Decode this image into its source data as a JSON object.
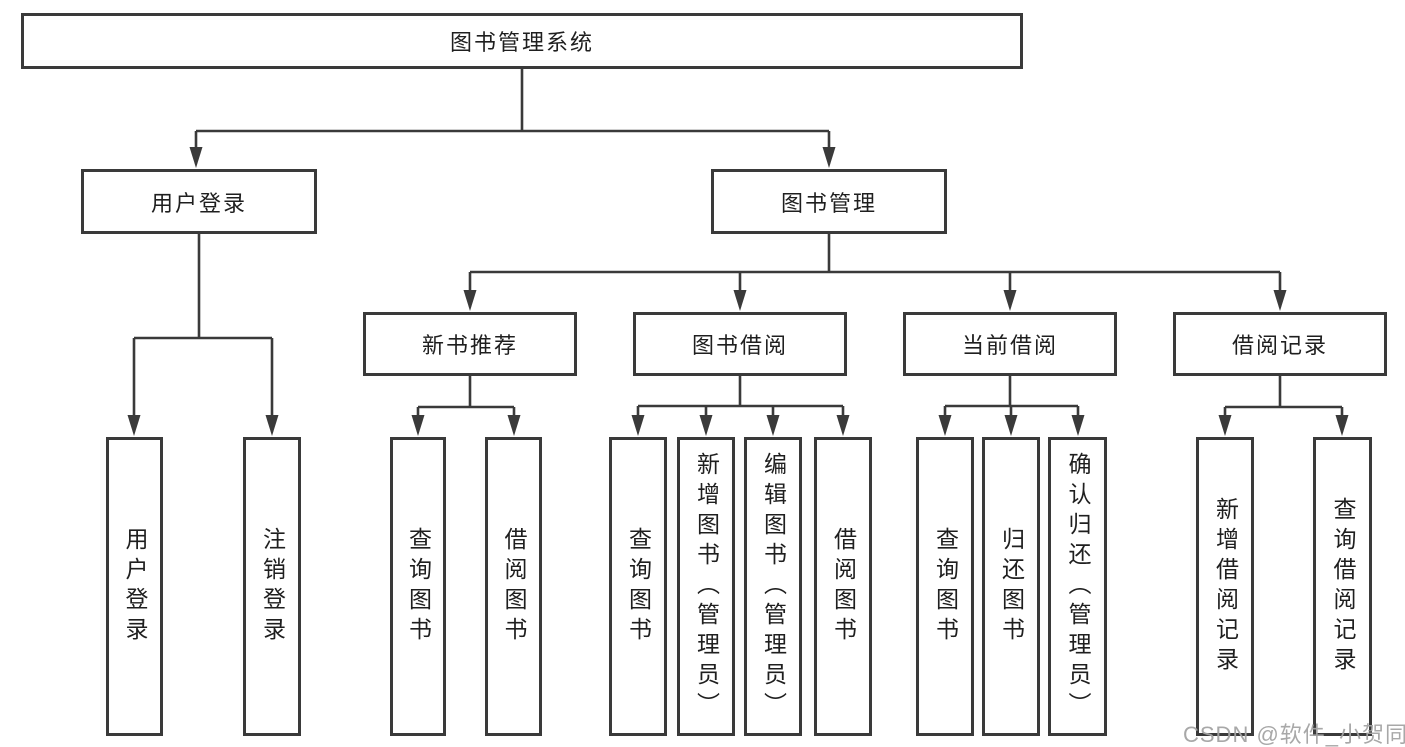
{
  "diagram_title": "图书管理系统",
  "nodes": {
    "root": "图书管理系统",
    "user_login": "用户登录",
    "book_management": "图书管理",
    "new_book_recommend": "新书推荐",
    "book_borrow": "图书借阅",
    "current_borrow": "当前借阅",
    "borrow_record": "借阅记录",
    "login_leaf": "用户登录",
    "logout_leaf": "注销登录",
    "recommend_query_book": "查询图书",
    "recommend_borrow_book": "借阅图书",
    "borrow_query_book": "查询图书",
    "borrow_add_book": "新增图书（管理员）",
    "borrow_edit_book": "编辑图书（管理员）",
    "borrow_borrow_book": "借阅图书",
    "current_query_book": "查询图书",
    "current_return_book": "归还图书",
    "current_confirm_return": "确认归还（管理员）",
    "record_add": "新增借阅记录",
    "record_query": "查询借阅记录"
  },
  "hierarchy": {
    "图书管理系统": [
      "用户登录",
      "图书管理"
    ],
    "用户登录": [
      "用户登录",
      "注销登录"
    ],
    "图书管理": [
      "新书推荐",
      "图书借阅",
      "当前借阅",
      "借阅记录"
    ],
    "新书推荐": [
      "查询图书",
      "借阅图书"
    ],
    "图书借阅": [
      "查询图书",
      "新增图书（管理员）",
      "编辑图书（管理员）",
      "借阅图书"
    ],
    "当前借阅": [
      "查询图书",
      "归还图书",
      "确认归还（管理员）"
    ],
    "借阅记录": [
      "新增借阅记录",
      "查询借阅记录"
    ]
  },
  "watermark": "CSDN @软件_小贺同学",
  "colors": {
    "line": "#3a3a3a",
    "text": "#1f1f1f",
    "box_background": "#ffffff",
    "watermark": "#a3a3a3"
  }
}
